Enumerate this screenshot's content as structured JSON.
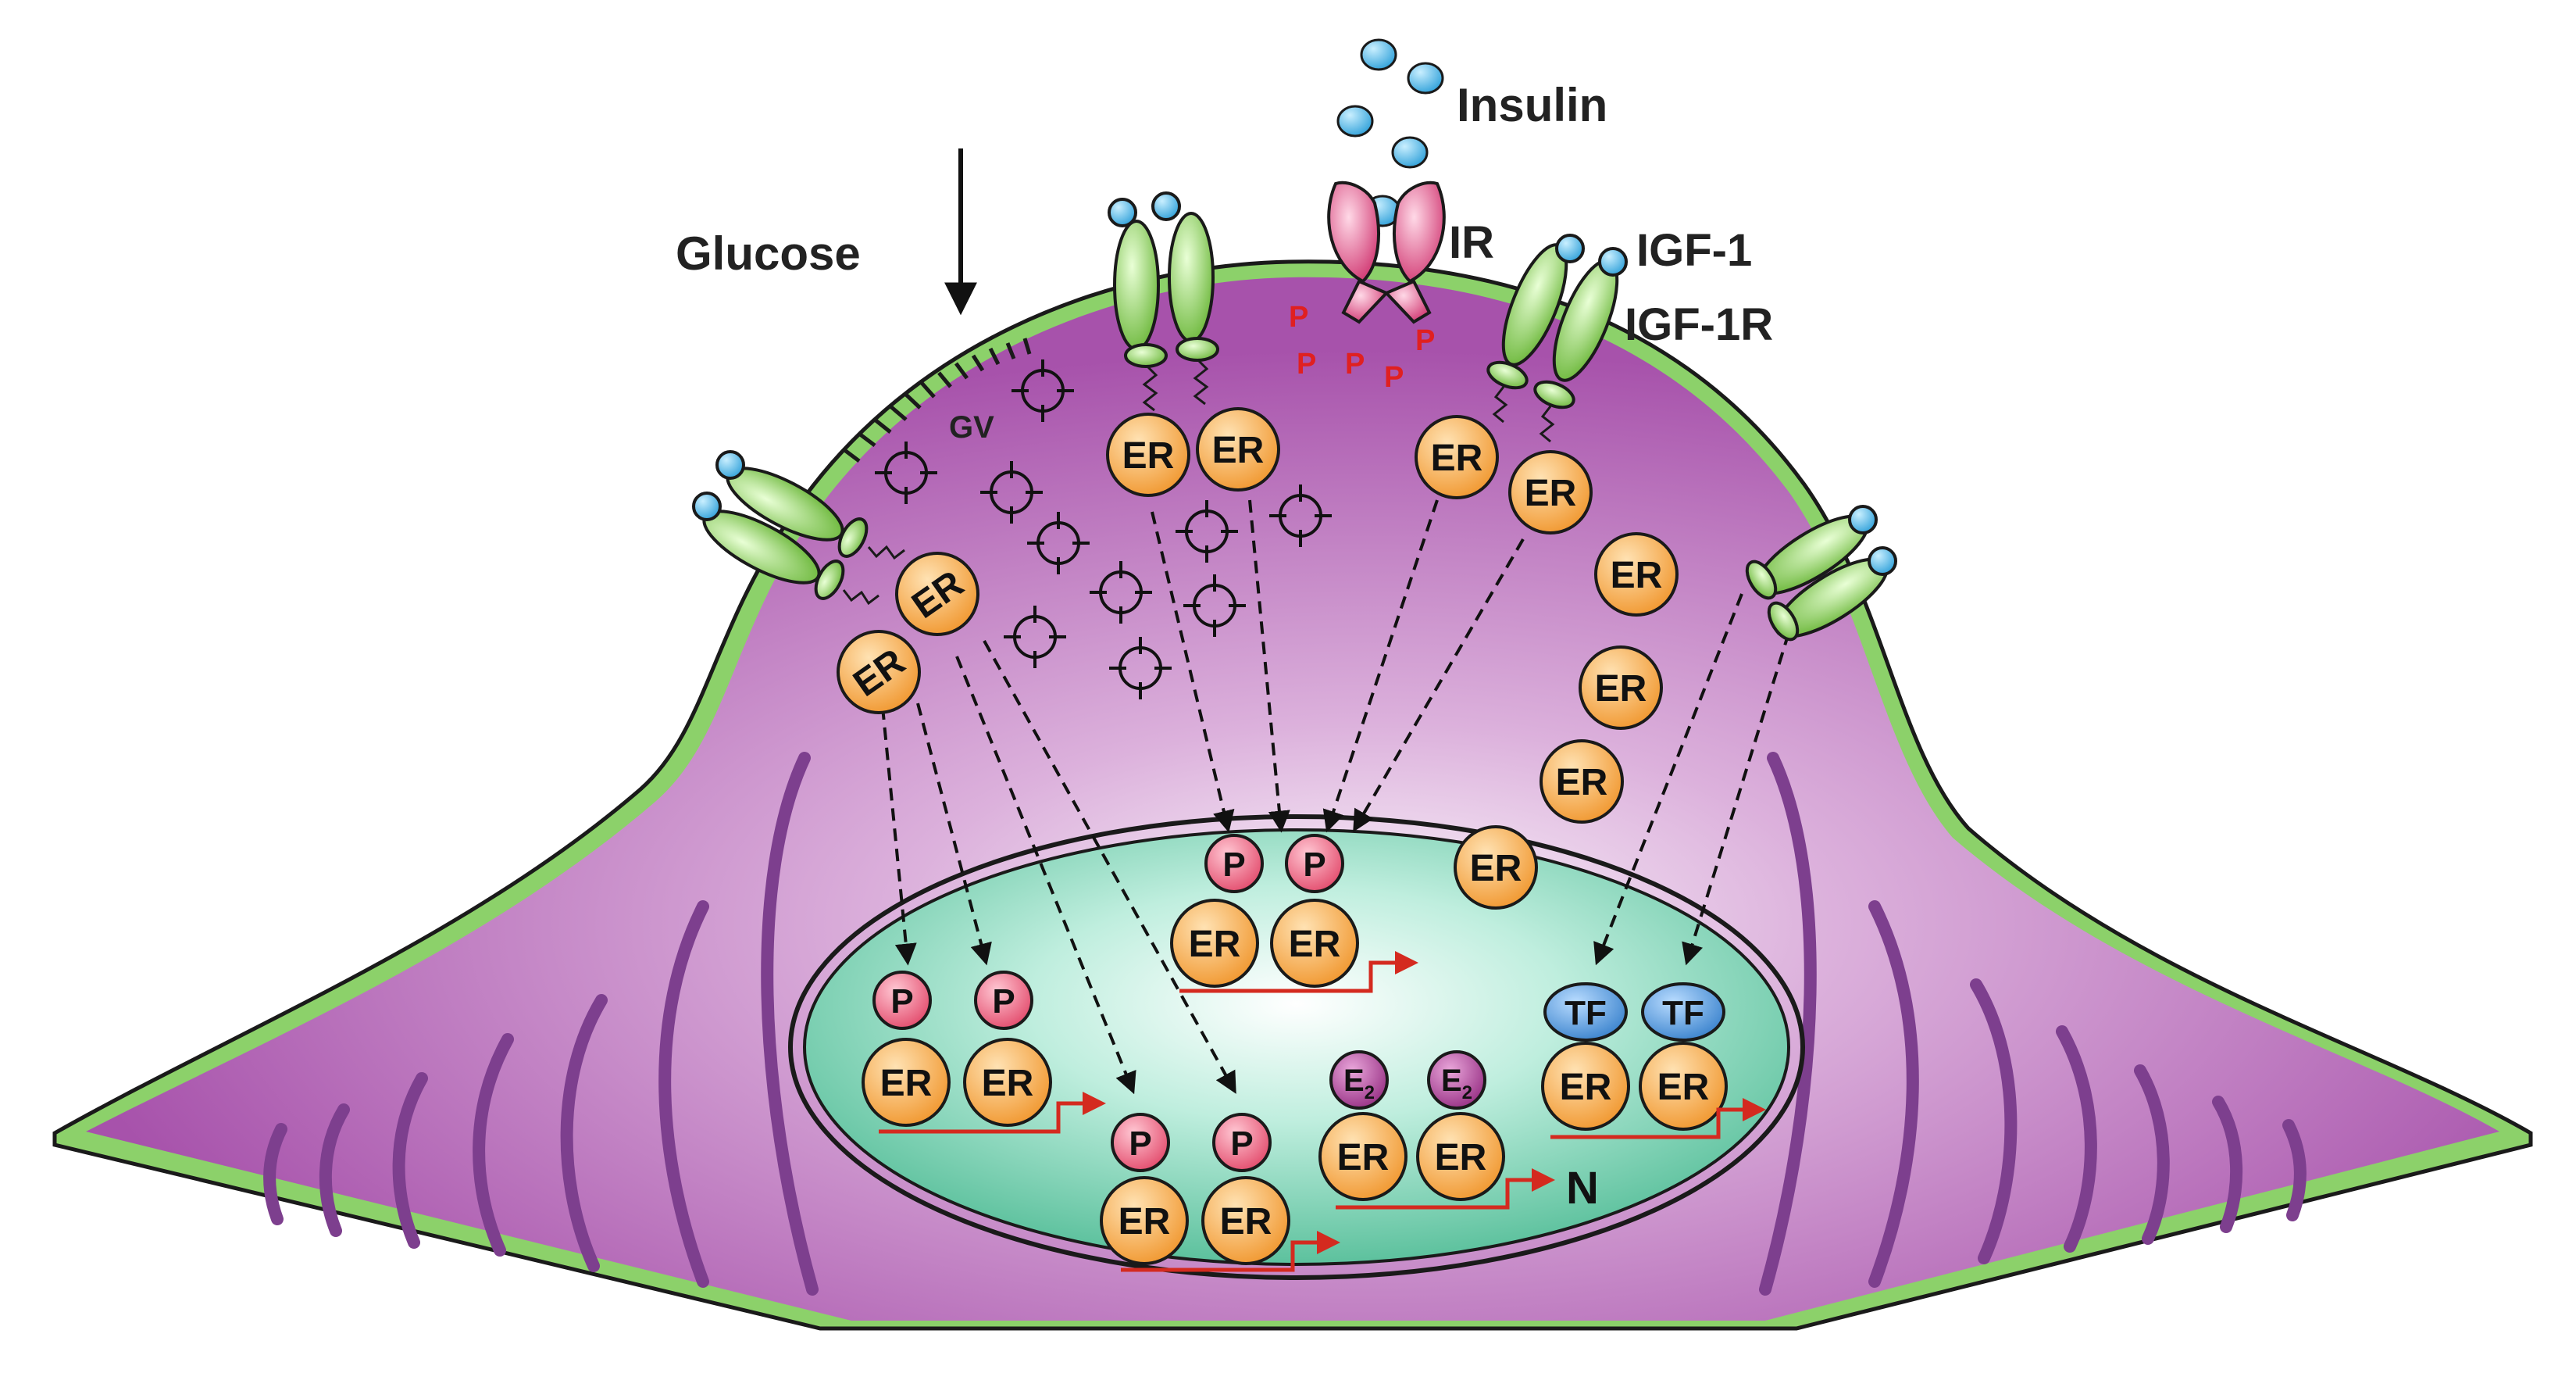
{
  "labels": {
    "glucose": "Glucose",
    "insulin": "Insulin",
    "ir": "IR",
    "igf1": "IGF-1",
    "igf1r": "IGF-1R",
    "gv": "GV",
    "nucleus": "N",
    "er": "ER",
    "p": "P",
    "tf": "TF",
    "e": "E",
    "e_sub": "2"
  },
  "colors": {
    "cell_body": "#b36ab6",
    "cell_highlight": "#f4e7f4",
    "membrane": "#8cd16a",
    "mito_fold": "#7d3f8e",
    "nucleus_fill": "#7fd0b2",
    "nucleus_highlight": "#eafaf4",
    "er_fill": "#f5a64a",
    "p_fill": "#e8607a",
    "tf_fill": "#4f95d9",
    "e2_fill": "#a2408e",
    "receptor_green": "#7dc448",
    "ligand_blue": "#4bb3e6",
    "ir_pink": "#d9457a",
    "phospho_red": "#e02020",
    "transcription_arrow": "#d42a1f"
  },
  "icons": {
    "glucose_vesicle": "crosshair-circle-icon",
    "receptor": "dimer-receptor-icon"
  }
}
